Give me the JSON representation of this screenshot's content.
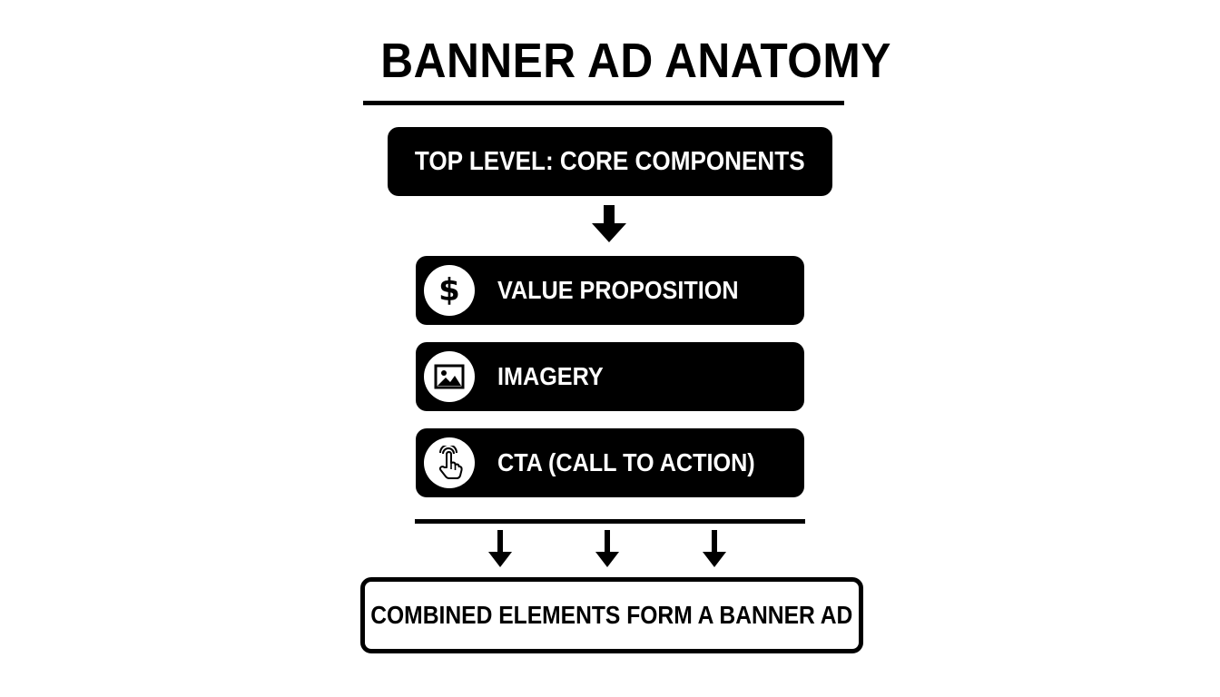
{
  "diagram": {
    "title": "BANNER AD ANATOMY",
    "top_level": "TOP LEVEL: CORE COMPONENTS",
    "components": [
      {
        "label": "VALUE PROPOSITION",
        "icon": "dollar-icon",
        "glyph": "$"
      },
      {
        "label": "IMAGERY",
        "icon": "image-icon"
      },
      {
        "label": "CTA (CALL TO ACTION)",
        "icon": "pointer-hand-icon"
      }
    ],
    "result": "COMBINED ELEMENTS FORM A BANNER AD"
  },
  "colors": {
    "foreground": "#000000",
    "background": "#ffffff"
  }
}
